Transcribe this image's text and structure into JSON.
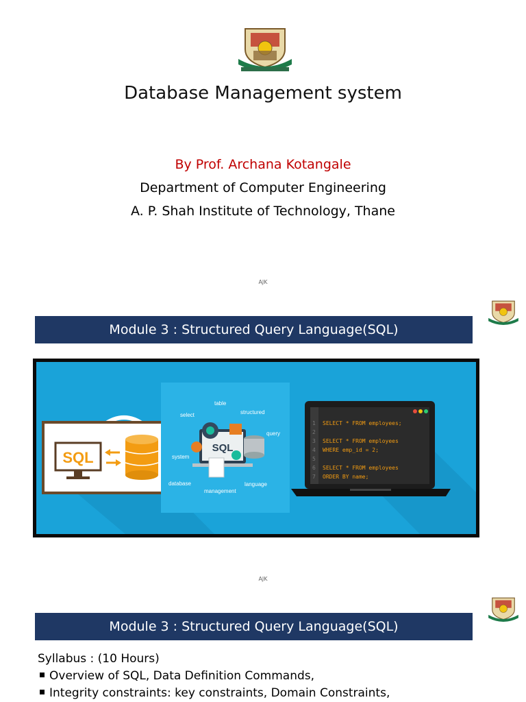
{
  "slide1": {
    "title": "Database Management system",
    "author": "By Prof. Archana Kotangale",
    "department": "Department of Computer Engineering",
    "institute": "A. P. Shah Institute of Technology, Thane",
    "footer": "AJK",
    "logo_icon": "institute-crest-icon"
  },
  "slide2": {
    "banner": "Module 3 : Structured Query Language(SQL)",
    "footer": "AJK",
    "illustration": {
      "sql_badge": "SQL",
      "center_label": "SQL",
      "words": [
        "table",
        "select",
        "structured",
        "query",
        "system",
        "database",
        "management",
        "language"
      ],
      "code_lines": [
        {
          "num": "1",
          "text": "SELECT * FROM employees;"
        },
        {
          "num": "2",
          "text": ""
        },
        {
          "num": "3",
          "text": "SELECT * FROM employees"
        },
        {
          "num": "4",
          "text": "WHERE emp_id = 2;"
        },
        {
          "num": "5",
          "text": ""
        },
        {
          "num": "6",
          "text": "SELECT * FROM employees"
        },
        {
          "num": "7",
          "text": "ORDER BY name;"
        }
      ]
    }
  },
  "slide3": {
    "banner": "Module 3 : Structured Query Language(SQL)",
    "syllabus_heading": "Syllabus : (10 Hours)",
    "bullets": [
      "Overview of SQL, Data Definition Commands,",
      "Integrity constraints: key constraints, Domain Constraints,"
    ]
  },
  "colors": {
    "banner": "#1f3864",
    "author": "#c00000",
    "hero_bg": "#1aa3d9"
  }
}
